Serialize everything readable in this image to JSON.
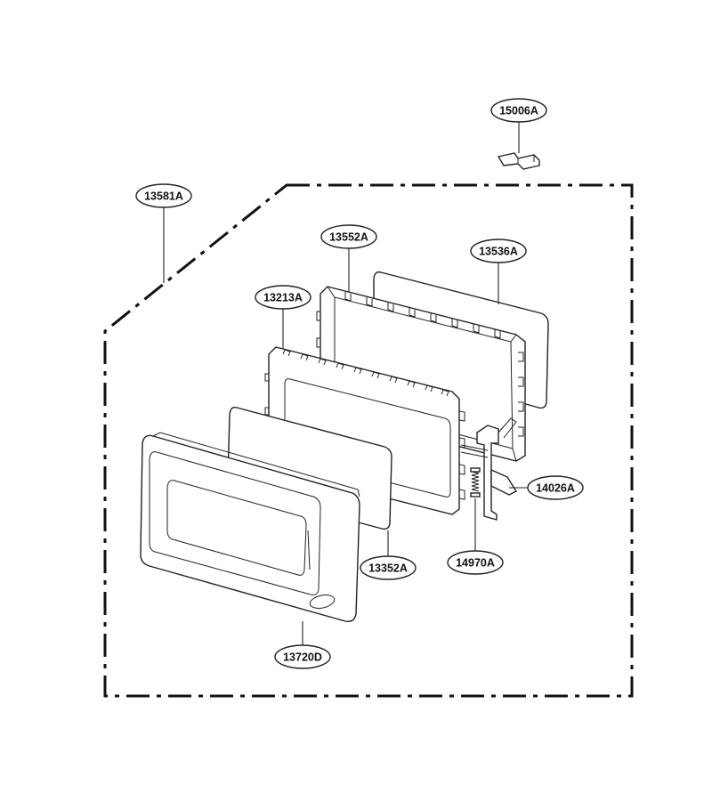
{
  "diagram": {
    "labels": {
      "bracket_top": "15006A",
      "door_assembly": "13581A",
      "door_frame": "13552A",
      "choke_cover": "13536A",
      "inner_door": "13213A",
      "latch_lever": "14026A",
      "spring": "14970A",
      "screen": "13352A",
      "door_front": "13720D"
    },
    "colors": {
      "line": "#222222",
      "background": "#ffffff"
    }
  }
}
